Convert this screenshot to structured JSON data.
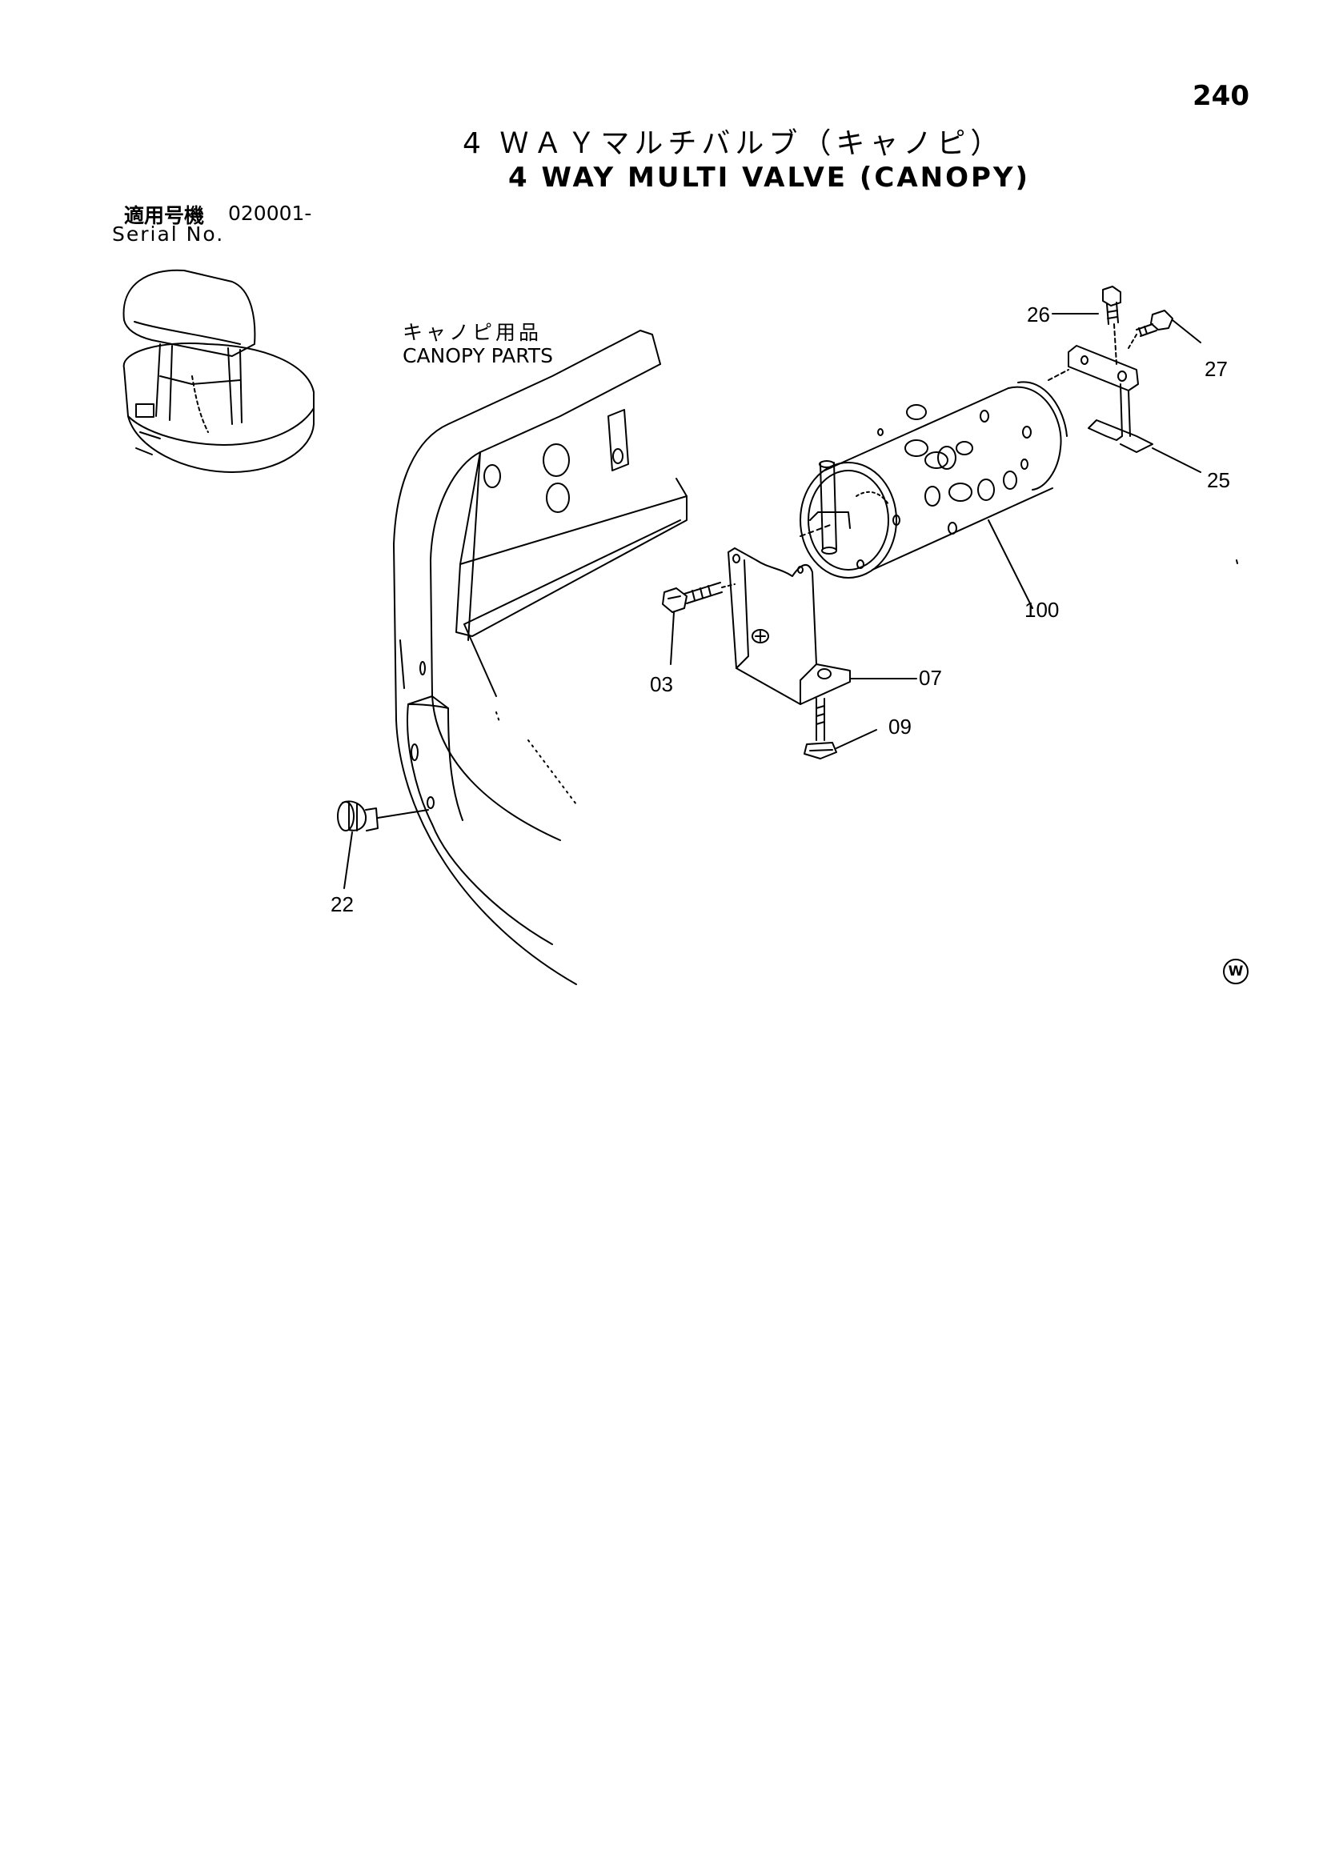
{
  "page": {
    "number": "240"
  },
  "title": {
    "japanese": "4 ＷＡＹマルチバルブ（キャノピ）",
    "english": "4 WAY MULTI VALVE (CANOPY)"
  },
  "serial": {
    "label_jp": "適用号機",
    "value": "020001-",
    "label_en": "Serial No."
  },
  "canopy_note": {
    "japanese": "キャノピ用品",
    "english": "CANOPY PARTS"
  },
  "callouts": {
    "c26": "26",
    "c27": "27",
    "c25": "25",
    "c100": "100",
    "c03": "03",
    "c07": "07",
    "c09": "09",
    "c22": "22"
  },
  "watermark": "W"
}
